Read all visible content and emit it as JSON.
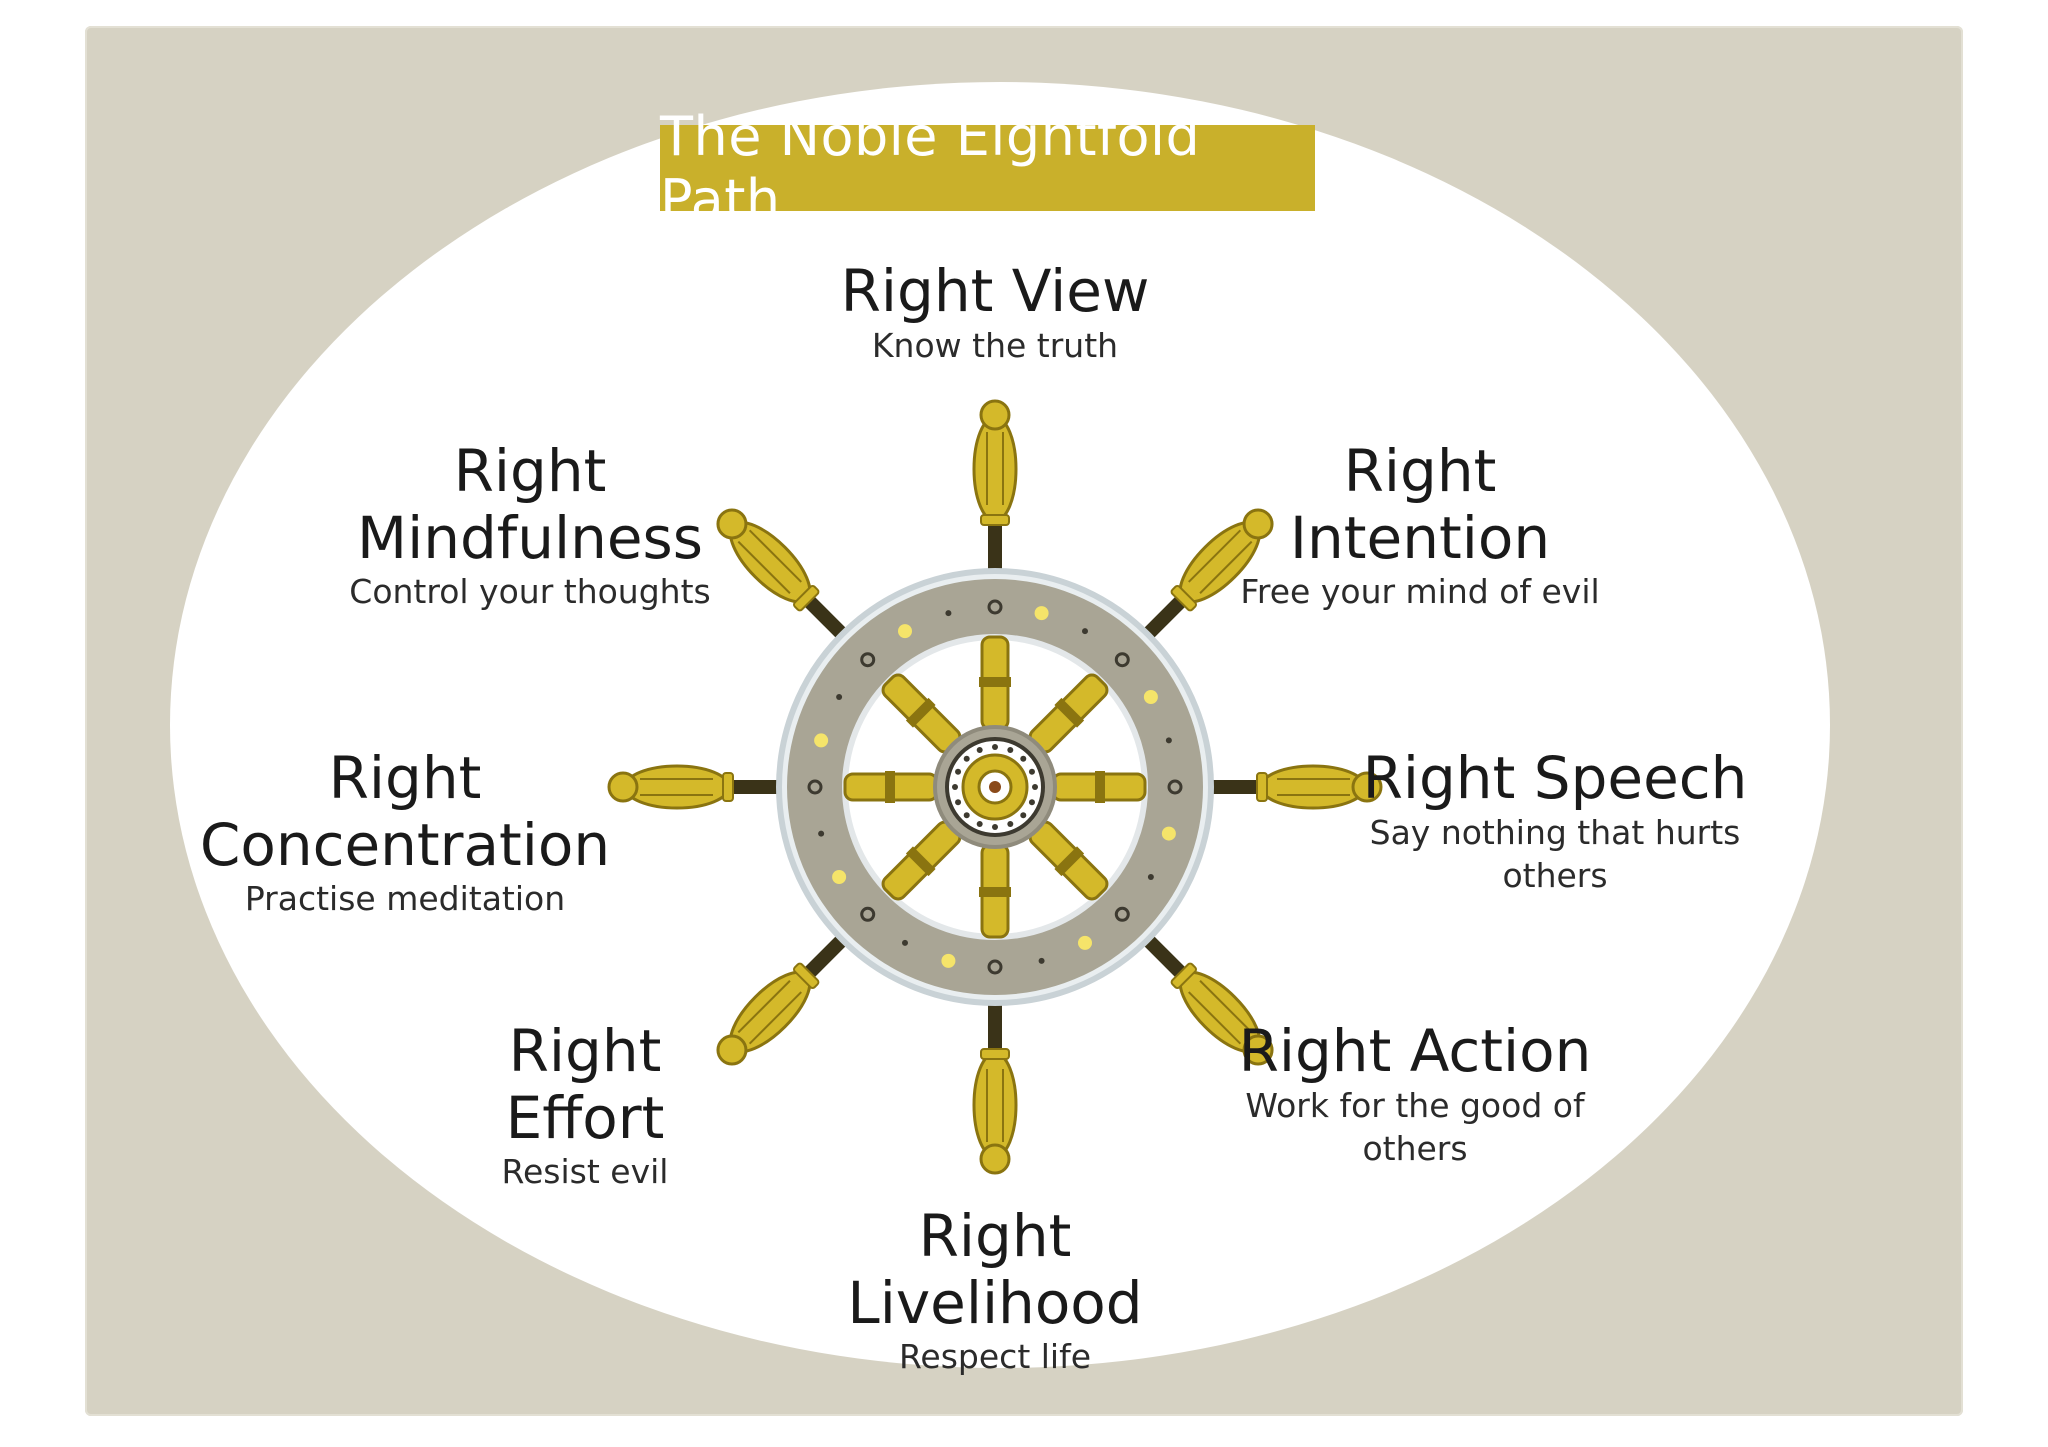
{
  "title": "The Noble Eightfold Path",
  "colors": {
    "banner": "#c9b02b",
    "gold": "#d4b92a",
    "gold_dark": "#8a7410",
    "rim": "#a9a595",
    "background": "#d6d2c3"
  },
  "path": [
    {
      "name": "Right View",
      "desc": "Know the truth"
    },
    {
      "name": "Right Intention",
      "desc": "Free your mind of evil"
    },
    {
      "name": "Right Speech",
      "desc": "Say nothing that hurts others"
    },
    {
      "name": "Right Action",
      "desc": "Work for the good of others"
    },
    {
      "name": "Right Livelihood",
      "desc": "Respect life"
    },
    {
      "name": "Right Effort",
      "desc": "Resist evil"
    },
    {
      "name": "Right Concentration",
      "desc": "Practise meditation"
    },
    {
      "name": "Right Mindfulness",
      "desc": "Control your thoughts"
    }
  ]
}
